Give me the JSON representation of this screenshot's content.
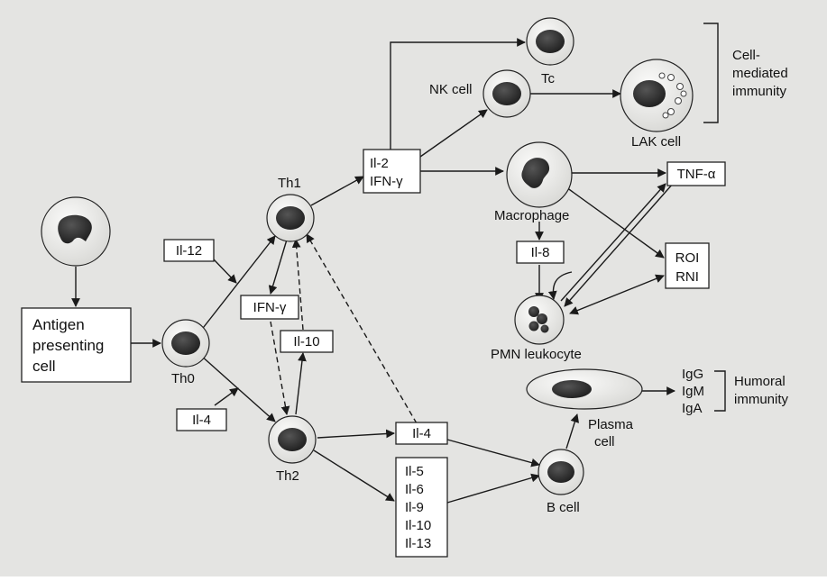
{
  "colors": {
    "background": "#e4e4e2",
    "cell_fill": "#f3f3f1",
    "nucleus": "#2b2b2b",
    "line": "#1a1a1a",
    "box_fill": "#ffffff"
  },
  "cells": {
    "apc_label": [
      "Antigen",
      "presenting",
      "cell"
    ],
    "th0": "Th0",
    "th1": "Th1",
    "th2": "Th2",
    "tc": "Tc",
    "nk": "NK cell",
    "lak": "LAK cell",
    "macrophage": "Macrophage",
    "pmn": "PMN leukocyte",
    "bcell": "B cell",
    "plasma": [
      "Plasma",
      "cell"
    ]
  },
  "cytokines": {
    "il12": "Il-12",
    "il4_left": "Il-4",
    "ifn_mid": "IFN-γ",
    "il10_mid": "Il-10",
    "il2_ifn": [
      "Il-2",
      "IFN-γ"
    ],
    "tnf": "TNF-α",
    "il8": "Il-8",
    "roi_rni": [
      "ROI",
      "RNI"
    ],
    "il4_right": "Il-4",
    "il_group": [
      "Il-5",
      "Il-6",
      "Il-9",
      "Il-10",
      "Il-13"
    ],
    "igs": [
      "IgG",
      "IgM",
      "IgA"
    ]
  },
  "brackets": {
    "cell_mediated": [
      "Cell-",
      "mediated",
      "immunity"
    ],
    "humoral": [
      "Humoral",
      "immunity"
    ]
  }
}
